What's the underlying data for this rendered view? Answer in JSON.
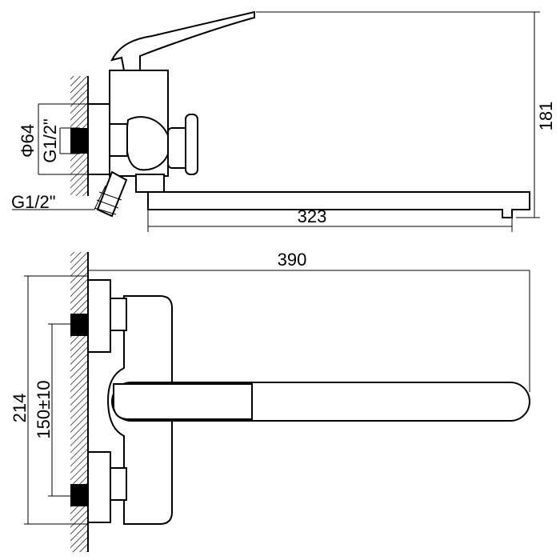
{
  "dimensions": {
    "height_total": "181",
    "spout_length_side": "323",
    "spout_length_top": "390",
    "height_front": "214",
    "inlet_spacing": "150±10",
    "flange_diameter": "Φ64",
    "inlet_thread": "G1/2\"",
    "outlet_thread": "G1/2\""
  }
}
